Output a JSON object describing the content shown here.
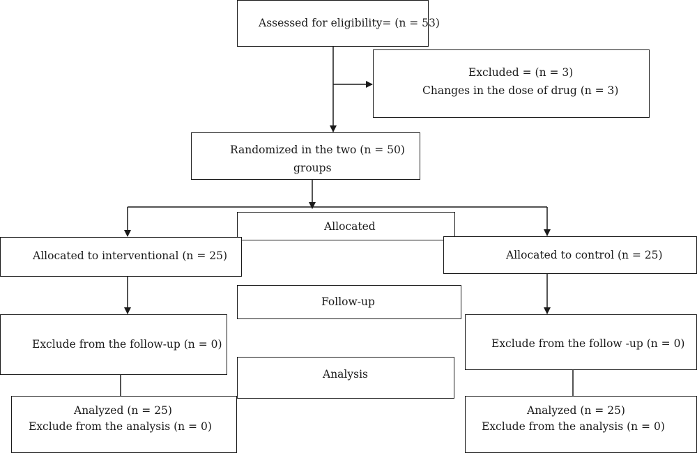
{
  "nodes": {
    "assessed": {
      "label": "Assessed for eligibility= (n = 53)"
    },
    "excluded": {
      "line1": "Excluded = (n = 3)",
      "line2": "Changes in the dose of drug (n = 3)"
    },
    "randomized": {
      "line1": "Randomized in the two (n = 50)",
      "line2": "groups"
    },
    "stage_allocated": {
      "label": "Allocated"
    },
    "alloc_interventional": {
      "label": "Allocated to interventional (n = 25)"
    },
    "alloc_control": {
      "label": "Allocated to control (n = 25)"
    },
    "stage_followup": {
      "label": "Follow-up"
    },
    "followup_interventional": {
      "label": "Exclude from the follow-up (n = 0)"
    },
    "followup_control": {
      "label": "Exclude from the follow -up (n = 0)"
    },
    "stage_analysis": {
      "label": "Analysis"
    },
    "analysis_interventional": {
      "line1": "Analyzed (n = 25)",
      "line2": "Exclude from the analysis (n = 0)"
    },
    "analysis_control": {
      "line1": "Analyzed (n = 25)",
      "line2": "Exclude from the analysis (n = 0)"
    }
  },
  "colors": {
    "stroke": "#1a1a1a",
    "text": "#1a1a1a",
    "background": "#ffffff"
  }
}
